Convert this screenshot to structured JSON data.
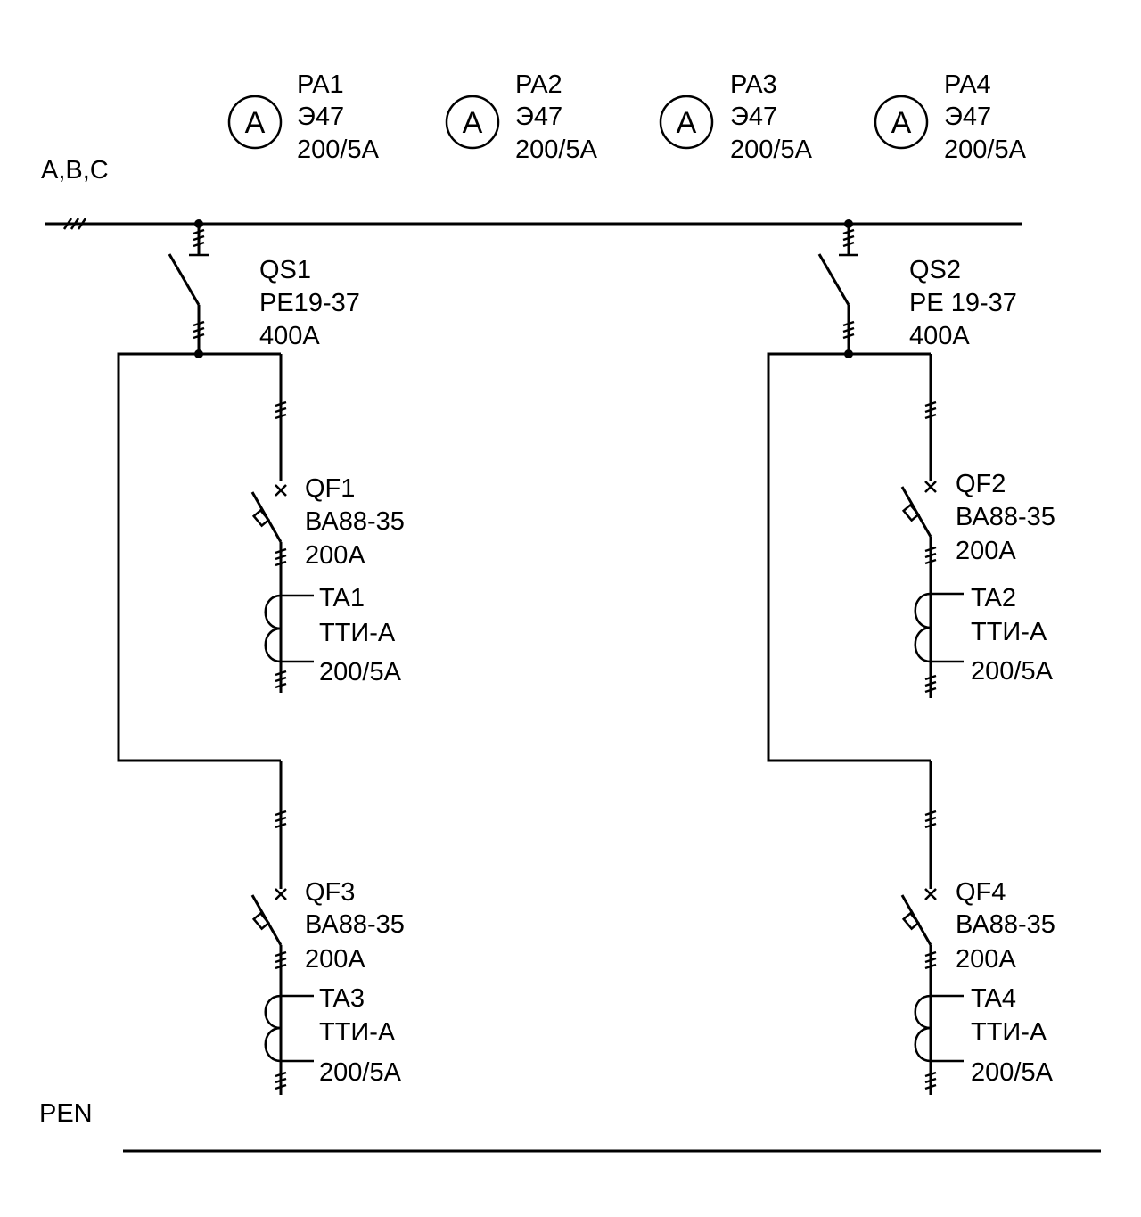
{
  "buses": {
    "phase_label": "A,B,C",
    "neutral_label": "PEN"
  },
  "meters": [
    {
      "symbol": "A",
      "id": "PA1",
      "type": "Э47",
      "rating": "200/5А"
    },
    {
      "symbol": "A",
      "id": "PA2",
      "type": "Э47",
      "rating": "200/5А"
    },
    {
      "symbol": "A",
      "id": "PA3",
      "type": "Э47",
      "rating": "200/5А"
    },
    {
      "symbol": "A",
      "id": "PA4",
      "type": "Э47",
      "rating": "200/5А"
    }
  ],
  "disconnectors": [
    {
      "id": "QS1",
      "type": "РЕ19-37",
      "rating": "400А"
    },
    {
      "id": "QS2",
      "type": "РЕ 19-37",
      "rating": "400А"
    }
  ],
  "breakers": [
    {
      "id": "QF1",
      "type": "ВА88-35",
      "rating": "200А"
    },
    {
      "id": "QF2",
      "type": "ВА88-35",
      "rating": "200А"
    },
    {
      "id": "QF3",
      "type": "ВА88-35",
      "rating": "200А"
    },
    {
      "id": "QF4",
      "type": "ВА88-35",
      "rating": "200А"
    }
  ],
  "transformers": [
    {
      "id": "TA1",
      "type": "ТТИ-А",
      "rating": "200/5А"
    },
    {
      "id": "TA2",
      "type": "ТТИ-А",
      "rating": "200/5А"
    },
    {
      "id": "TA3",
      "type": "ТТИ-А",
      "rating": "200/5А"
    },
    {
      "id": "TA4",
      "type": "ТТИ-А",
      "rating": "200/5А"
    }
  ]
}
